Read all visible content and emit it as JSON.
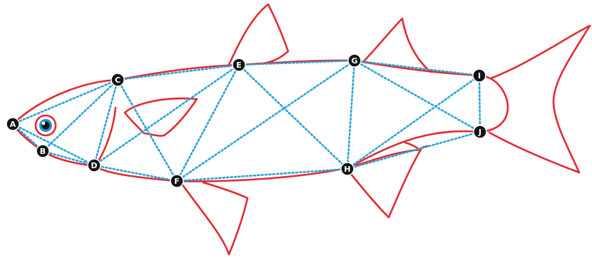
{
  "colors": {
    "outline": "#e22b33",
    "truss": "#2ba3d8",
    "landmark_fill": "#141414",
    "landmark_text": "#ffffff",
    "eye_ring": "#e22b33",
    "eye_iris": "#1f8fd0",
    "eye_pupil": "#111111",
    "background": "#ffffff"
  },
  "landmarks": [
    {
      "id": "A",
      "label": "A"
    },
    {
      "id": "B",
      "label": "B"
    },
    {
      "id": "C",
      "label": "C"
    },
    {
      "id": "D",
      "label": "D"
    },
    {
      "id": "E",
      "label": "E"
    },
    {
      "id": "F",
      "label": "F"
    },
    {
      "id": "G",
      "label": "G"
    },
    {
      "id": "H",
      "label": "H"
    },
    {
      "id": "I",
      "label": "I"
    },
    {
      "id": "J",
      "label": "J"
    }
  ],
  "truss_edges": [
    [
      "A",
      "B"
    ],
    [
      "A",
      "C"
    ],
    [
      "A",
      "D"
    ],
    [
      "B",
      "C"
    ],
    [
      "B",
      "D"
    ],
    [
      "C",
      "D"
    ],
    [
      "C",
      "E"
    ],
    [
      "C",
      "F"
    ],
    [
      "D",
      "E"
    ],
    [
      "D",
      "F"
    ],
    [
      "E",
      "F"
    ],
    [
      "E",
      "G"
    ],
    [
      "E",
      "H"
    ],
    [
      "F",
      "G"
    ],
    [
      "F",
      "H"
    ],
    [
      "G",
      "H"
    ],
    [
      "G",
      "I"
    ],
    [
      "G",
      "J"
    ],
    [
      "H",
      "I"
    ],
    [
      "H",
      "J"
    ],
    [
      "I",
      "J"
    ]
  ]
}
